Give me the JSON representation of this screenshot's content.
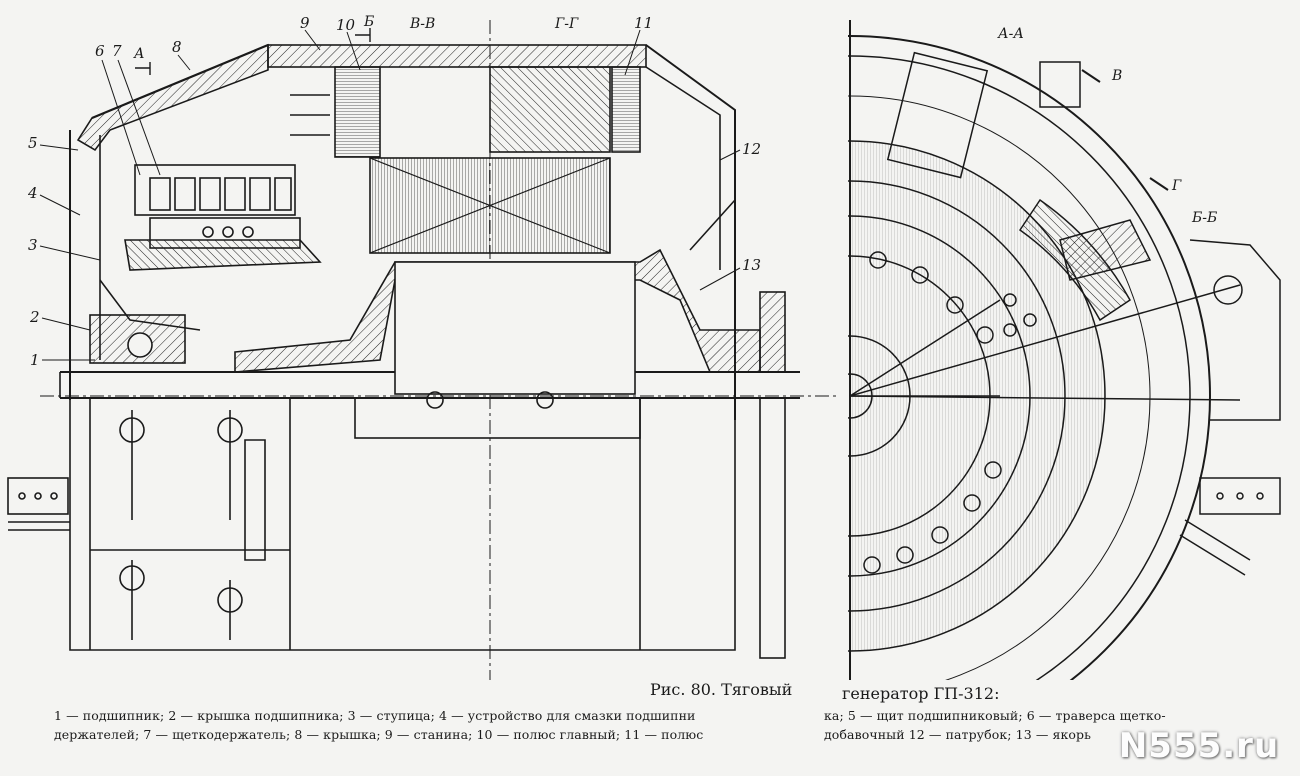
{
  "figure": {
    "caption_left": "Рис. 80. Тяговый",
    "caption_right": "генератор ГП-312:",
    "legend_lines": [
      "1 — подшипник; 2 — крышка подшипника; 3 — ступица; 4 — устройство для смазки подшипни",
      "держателей; 7 — щеткодержатель; 8 — крышка; 9 — станина; 10 — полюс главный; 11 — полюс",
      "ка; 5 — щит подшипниковый; 6 — траверса щетко-",
      "добавочный 12 — патрубок; 13 — якорь"
    ],
    "part_numbers": [
      "1",
      "2",
      "3",
      "4",
      "5",
      "6",
      "7",
      "8",
      "9",
      "10",
      "11",
      "12",
      "13"
    ],
    "section_labels": {
      "a": "А",
      "b": "Б",
      "v": "В",
      "g": "Г",
      "vv": "В-В",
      "gg": "Г-Г",
      "aa": "А-А",
      "bb": "Б-Б"
    }
  },
  "watermark": "N555.ru"
}
